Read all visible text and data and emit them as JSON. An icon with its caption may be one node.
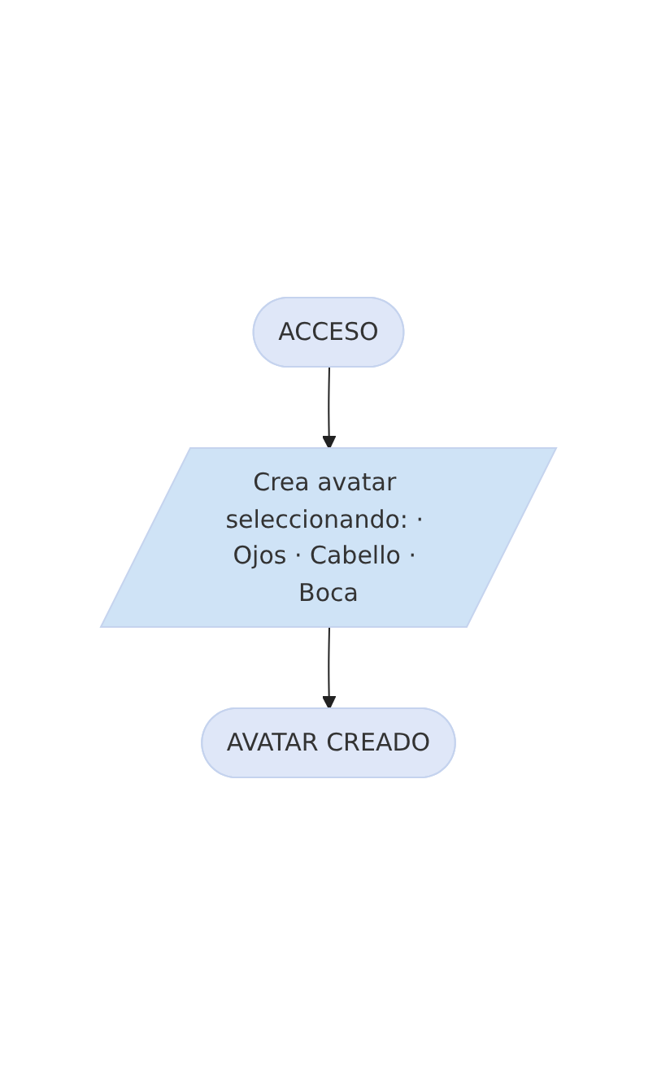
{
  "diagram": {
    "nodes": [
      {
        "text": [
          "ACCESO"
        ]
      },
      {
        "text": [
          "Crea avatar seleccionando: · Ojos · Cabello · Boca"
        ]
      },
      {
        "text": [
          "AVATAR CREADO"
        ]
      }
    ],
    "edges": [
      {
        "from": 0,
        "to": 1,
        "arrow": "to"
      },
      {
        "from": 1,
        "to": 2,
        "arrow": "to"
      }
    ]
  }
}
